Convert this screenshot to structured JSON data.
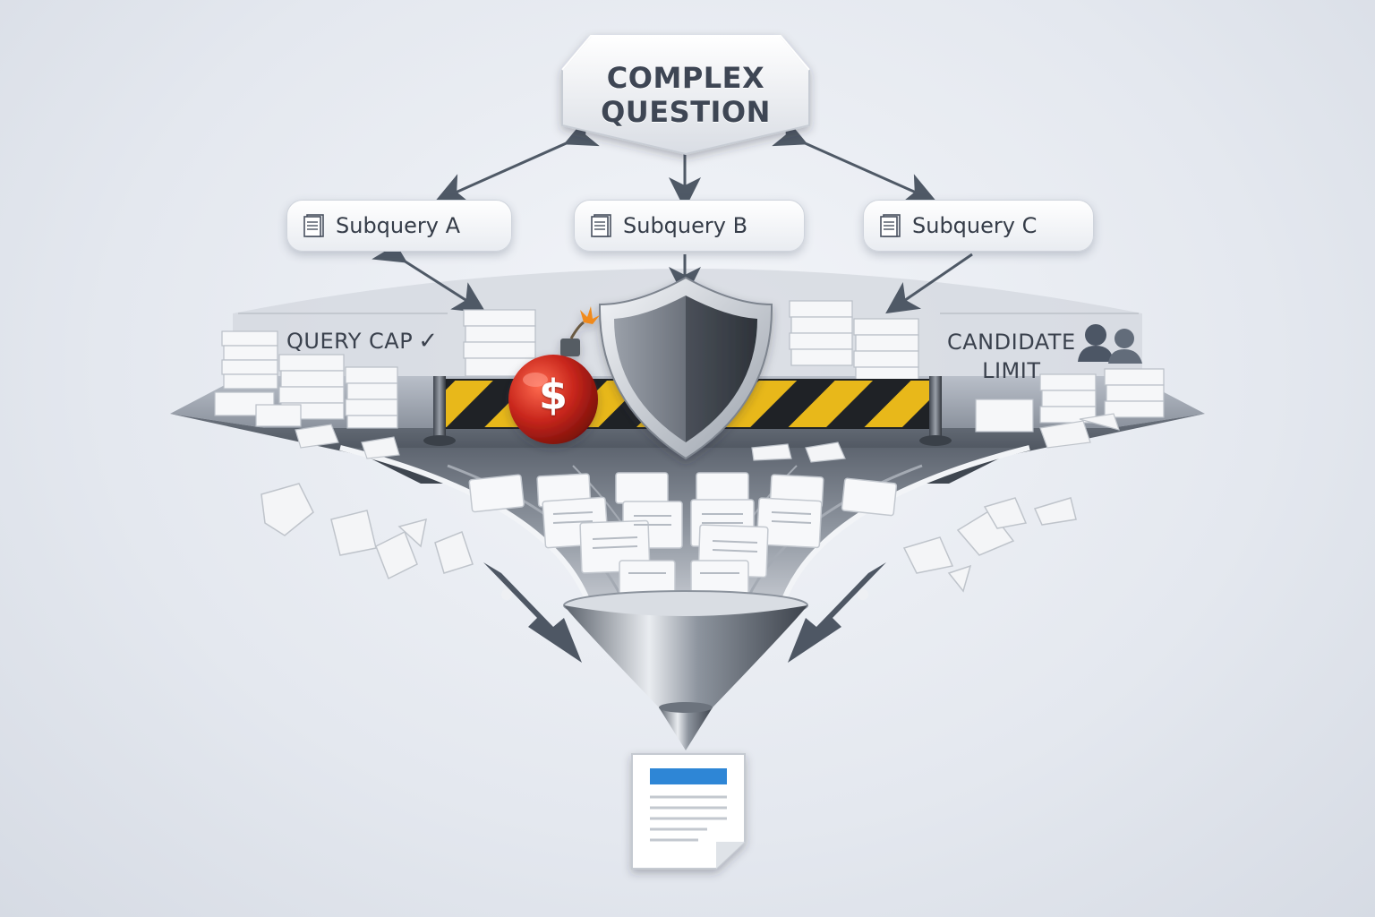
{
  "question": {
    "line1": "COMPLEX",
    "line2": "QUESTION"
  },
  "subqueries": [
    {
      "label": "Subquery A",
      "icon": "document-stack-icon"
    },
    {
      "label": "Subquery B",
      "icon": "document-stack-icon"
    },
    {
      "label": "Subquery C",
      "icon": "document-stack-icon"
    }
  ],
  "query_cap": {
    "label": "QUERY CAP",
    "mark": "✓"
  },
  "candidate_limit": {
    "line1": "CANDIDATE",
    "line2": "LIMIT",
    "icon": "users-icon"
  },
  "budget": {
    "symbol": "$",
    "icon": "cost-bomb-icon"
  },
  "shield": {
    "icon": "shield-icon"
  },
  "output": {
    "icon": "result-document-icon"
  },
  "colors": {
    "background": "#e4e8ef",
    "accent_blue": "#2f86d6",
    "bomb_red": "#c8261c",
    "hazard_yellow": "#e8b81a",
    "text_dark": "#3a414d"
  }
}
